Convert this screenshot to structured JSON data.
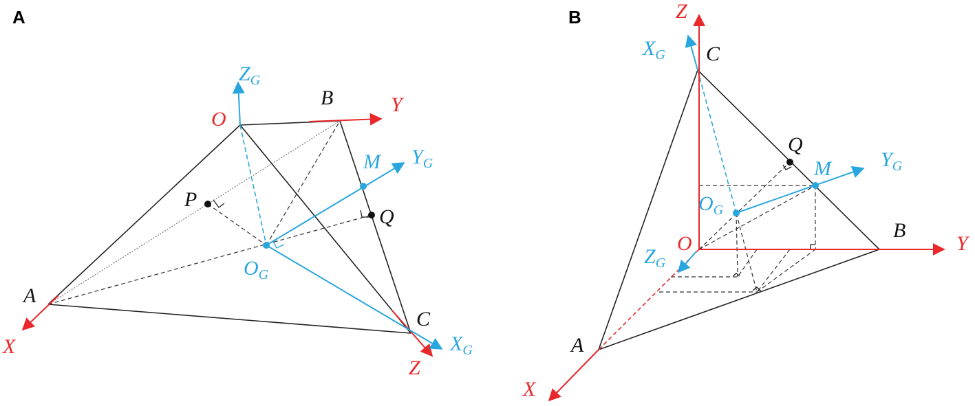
{
  "panels": {
    "a": {
      "label": "A"
    },
    "b": {
      "label": "B"
    }
  },
  "labels": {
    "O": "O",
    "A": "A",
    "B": "B",
    "C": "C",
    "M": "M",
    "P": "P",
    "Q": "Q",
    "X": "X",
    "Y": "Y",
    "Z": "Z",
    "G": "G"
  },
  "colors": {
    "frame_axes": "#e8282b",
    "geodetic_axes": "#2aa6df",
    "edges": "#222222"
  }
}
